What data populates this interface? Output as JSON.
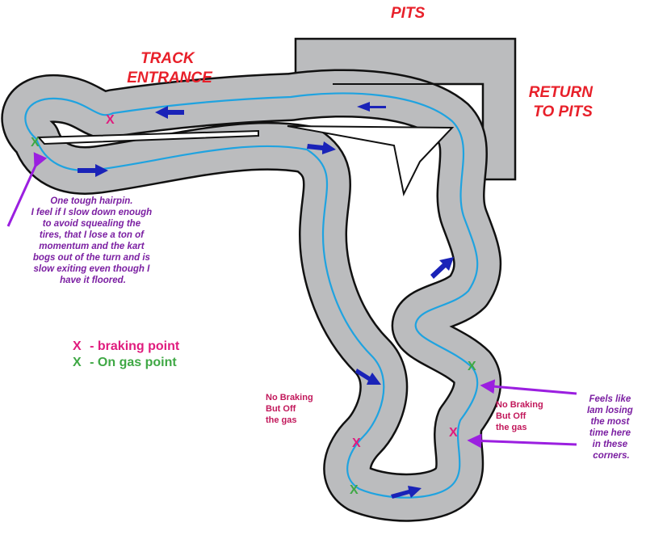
{
  "labels": {
    "pits": "PITS",
    "track_entrance": [
      "TRACK",
      "ENTRANCE"
    ],
    "return_to_pits": [
      "RETURN",
      "TO PITS"
    ]
  },
  "notes": {
    "hairpin": [
      "One tough hairpin.",
      "I feel if I slow down enough",
      "to avoid squealing the",
      "tires, that I lose a ton of",
      "momentum and the kart",
      "bogs out of the turn and is",
      "slow exiting even though I",
      "have it floored."
    ],
    "no_braking_left": [
      "No Braking",
      "But Off",
      "the gas"
    ],
    "no_braking_right": [
      "No Braking",
      "But Off",
      "the gas"
    ],
    "losing_time": [
      "Feels like",
      "Iam losing",
      "the most",
      "time here",
      "in these",
      "corners."
    ]
  },
  "legend": {
    "braking": {
      "symbol": "X",
      "text": "- braking point"
    },
    "gas": {
      "symbol": "X",
      "text": "- On gas point"
    }
  },
  "colors": {
    "track": "#bbbcbe",
    "racing_line": "#1fa3e0",
    "direction_arrow": "#1a23b8",
    "braking": "#e01c7e",
    "gas": "#3fa845",
    "annotation_arrow": "#9b1fe0",
    "label": "#e8202a"
  }
}
